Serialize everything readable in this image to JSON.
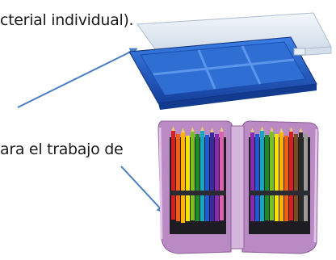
{
  "text": {
    "line_1": "cterial individual).",
    "line_2": "ara el trabajo de"
  },
  "images": {
    "pencil_box": {
      "icon": "blue-plastic-pencil-box",
      "colors": {
        "body": "#1f5fc8",
        "lid": "#dfe8f2",
        "inner": "#3f7fe0"
      }
    },
    "pencil_case": {
      "icon": "multi-tier-pencil-case",
      "colors": {
        "zipper": "#c89ad0",
        "shell": "#b98ac3"
      }
    }
  },
  "arrows": {
    "color": "#4a7ec2"
  }
}
